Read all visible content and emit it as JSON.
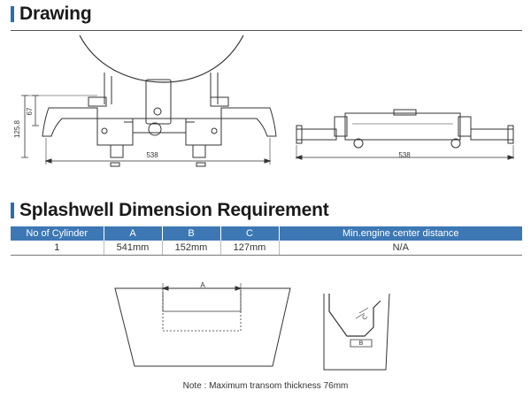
{
  "drawing": {
    "title": "Drawing",
    "front_width": "538",
    "top_width": "538",
    "total_height": "125.8",
    "inner_height": "67"
  },
  "splashwell": {
    "title": "Splashwell Dimension Requirement",
    "columns": [
      "No of Cylinder",
      "A",
      "B",
      "C",
      "Min.engine center distance"
    ],
    "rows": [
      [
        "1",
        "541mm",
        "152mm",
        "127mm",
        "N/A"
      ]
    ],
    "label_a": "A",
    "label_b": "B",
    "label_c": "C"
  },
  "note": "Note : Maximum transom thickness 76mm",
  "colors": {
    "accent": "#2b6cb0",
    "table_header": "#3d78b5",
    "line": "#333333"
  }
}
